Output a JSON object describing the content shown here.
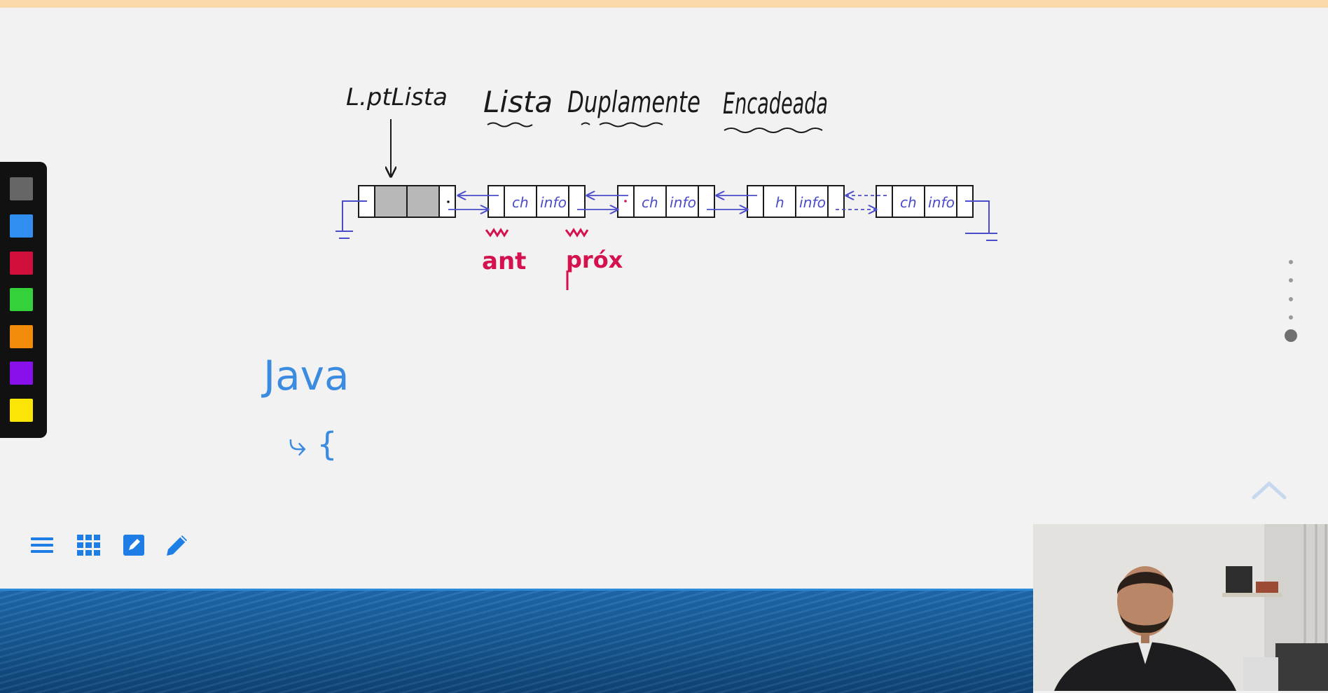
{
  "colors": {
    "topbar": "#fbd9ab",
    "ink_black": "#1a1a1a",
    "ink_blue_diagram": "#4b4cc9",
    "ink_red": "#d3124e",
    "ink_blue_text": "#3b8be0",
    "palette_bg": "#111111",
    "footer_blue": "#1a62a4"
  },
  "palette": {
    "swatches": [
      {
        "name": "gray",
        "color": "#666666"
      },
      {
        "name": "blue",
        "color": "#2f8ef0"
      },
      {
        "name": "red",
        "color": "#d0103a"
      },
      {
        "name": "green",
        "color": "#34d13a"
      },
      {
        "name": "orange",
        "color": "#f28b0a"
      },
      {
        "name": "purple",
        "color": "#8810ea"
      },
      {
        "name": "yellow",
        "color": "#fae507"
      }
    ]
  },
  "toolbar": {
    "icons": [
      "menu-icon",
      "grid-icon",
      "edit-square-icon",
      "pencil-icon"
    ]
  },
  "pager": {
    "total": 5,
    "active_index": 4
  },
  "drawing": {
    "pointer_label": "L.ptLista",
    "title_words": [
      "Lista",
      "Duplamente",
      "Encadeada"
    ],
    "nodes": [
      {
        "key": "ch",
        "info": "info"
      },
      {
        "key": "ch",
        "info": "info"
      },
      {
        "key": "h",
        "info": "info"
      },
      {
        "key": "ch",
        "info": "info"
      }
    ],
    "annotations": {
      "ant": "ant",
      "prox": "próx"
    },
    "notes": {
      "line1": "Java",
      "line2": "⤷ {"
    }
  }
}
